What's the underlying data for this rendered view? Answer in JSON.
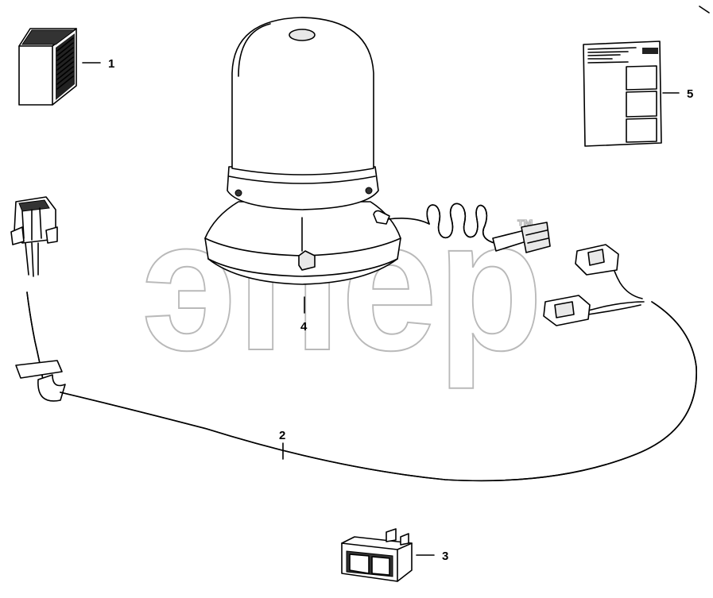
{
  "watermark": {
    "text": "эпер",
    "trademark": "™"
  },
  "parts": [
    {
      "id": "part-1",
      "label": "1"
    },
    {
      "id": "part-2",
      "label": "2"
    },
    {
      "id": "part-3",
      "label": "3"
    },
    {
      "id": "part-4",
      "label": "4"
    },
    {
      "id": "part-5",
      "label": "5"
    }
  ]
}
